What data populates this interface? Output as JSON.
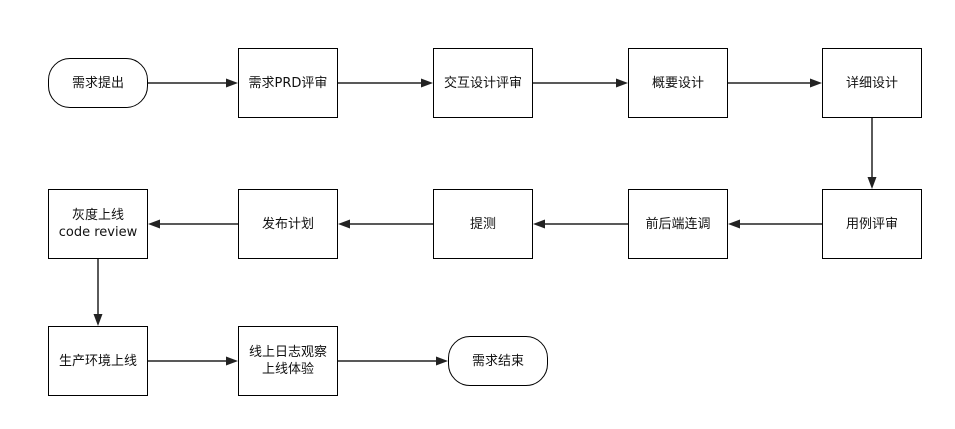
{
  "nodes": [
    {
      "id": "start",
      "label": "需求提出",
      "shape": "rounded"
    },
    {
      "id": "prd_review",
      "label": "需求PRD评审",
      "shape": "rect"
    },
    {
      "id": "interaction_review",
      "label": "交互设计评审",
      "shape": "rect"
    },
    {
      "id": "outline_design",
      "label": "概要设计",
      "shape": "rect"
    },
    {
      "id": "detail_design",
      "label": "详细设计",
      "shape": "rect"
    },
    {
      "id": "testcase_review",
      "label": "用例评审",
      "shape": "rect"
    },
    {
      "id": "integration",
      "label": "前后端连调",
      "shape": "rect"
    },
    {
      "id": "submit_test",
      "label": "提测",
      "shape": "rect"
    },
    {
      "id": "release_plan",
      "label": "发布计划",
      "shape": "rect"
    },
    {
      "id": "gray_release",
      "label": "灰度上线\ncode review",
      "shape": "rect"
    },
    {
      "id": "prod_release",
      "label": "生产环境上线",
      "shape": "rect"
    },
    {
      "id": "observe",
      "label": "线上日志观察\n上线体验",
      "shape": "rect"
    },
    {
      "id": "end",
      "label": "需求结束",
      "shape": "rounded"
    }
  ],
  "edges": [
    [
      "start",
      "prd_review"
    ],
    [
      "prd_review",
      "interaction_review"
    ],
    [
      "interaction_review",
      "outline_design"
    ],
    [
      "outline_design",
      "detail_design"
    ],
    [
      "detail_design",
      "testcase_review"
    ],
    [
      "testcase_review",
      "integration"
    ],
    [
      "integration",
      "submit_test"
    ],
    [
      "submit_test",
      "release_plan"
    ],
    [
      "release_plan",
      "gray_release"
    ],
    [
      "gray_release",
      "prod_release"
    ],
    [
      "prod_release",
      "observe"
    ],
    [
      "observe",
      "end"
    ]
  ]
}
